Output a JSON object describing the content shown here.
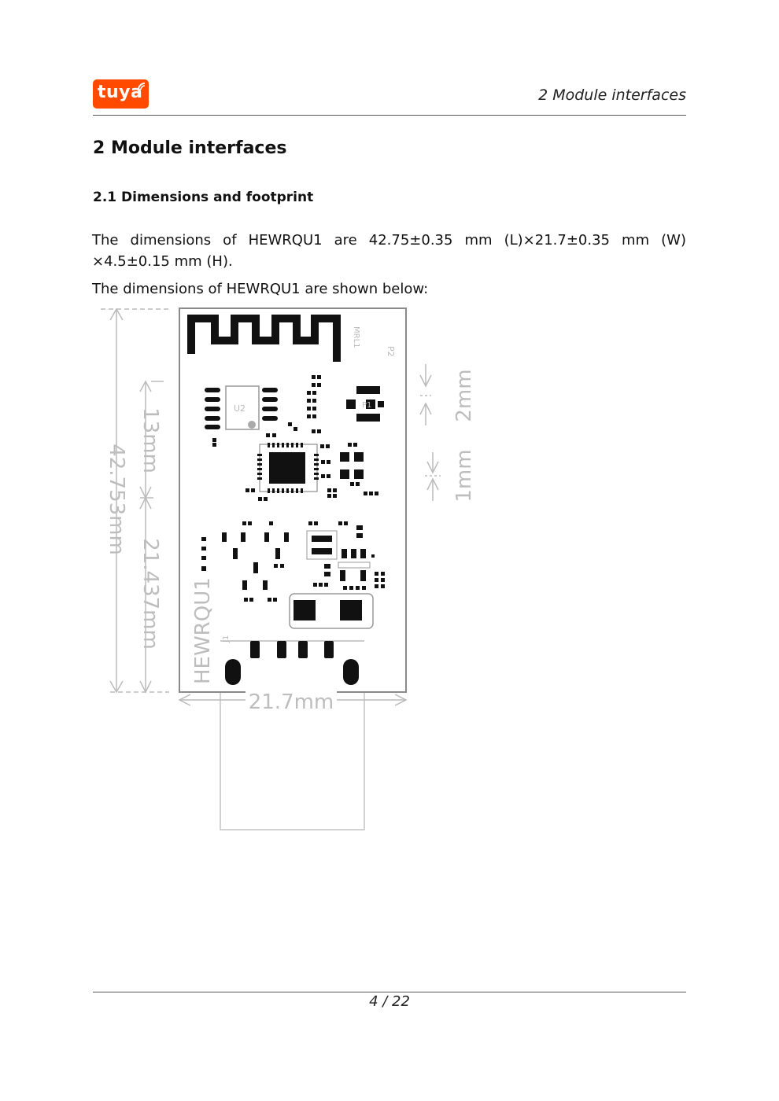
{
  "header": {
    "logo_text": "tuya",
    "running_head": "2 Module interfaces"
  },
  "section": {
    "title": "2 Module interfaces",
    "subsection_title": "2.1 Dimensions and footprint"
  },
  "body": {
    "paragraph1": "The dimensions of HEWRQU1 are 42.75±0.35 mm (L)×21.7±0.35 mm (W) ×4.5±0.15 mm (H).",
    "paragraph2": "The dimensions of HEWRQU1 are shown below:"
  },
  "figure": {
    "dim_total_length": "42.753mm",
    "dim_board_length": "21.437mm",
    "dim_upper": "13mm",
    "dim_width": "21.7mm",
    "dim_gap_2": "2mm",
    "dim_gap_1": "1mm",
    "module_label": "HEWRQU1",
    "silk_u2": "U2",
    "silk_p1": "P1",
    "silk_p2": "P2",
    "silk_j1": "J1"
  },
  "footer": {
    "page_number": "4 / 22"
  }
}
